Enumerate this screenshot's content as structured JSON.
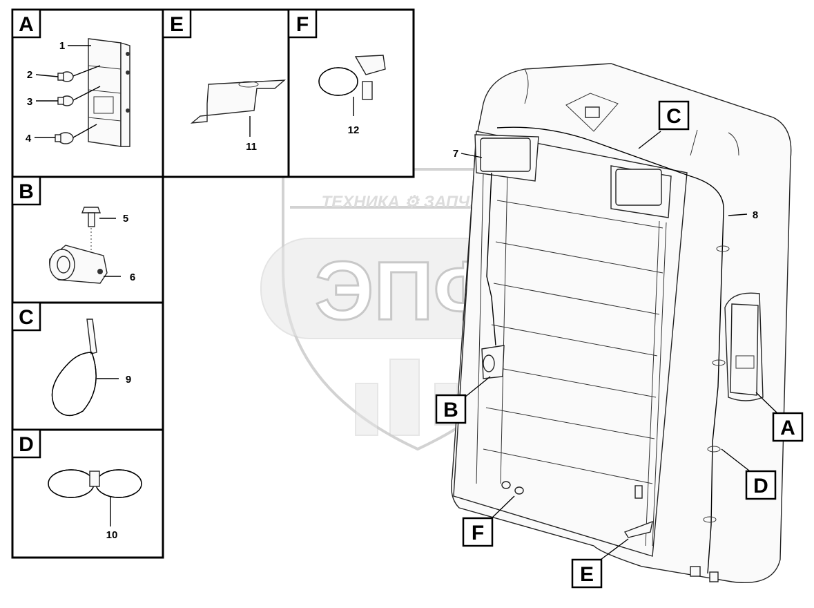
{
  "watermark": {
    "caption": "ТЕХНИКА ⚙ ЗАПЧАСТИ",
    "logo": "ЭПФ"
  },
  "panels": {
    "A": {
      "letter": "A",
      "parts": [
        "1",
        "2",
        "3",
        "4"
      ]
    },
    "B": {
      "letter": "B",
      "parts": [
        "5",
        "6"
      ]
    },
    "C": {
      "letter": "C",
      "parts": [
        "9"
      ]
    },
    "D": {
      "letter": "D",
      "parts": [
        "10"
      ]
    },
    "E": {
      "letter": "E",
      "parts": [
        "11"
      ]
    },
    "F": {
      "letter": "F",
      "parts": [
        "12"
      ]
    }
  },
  "main_parts": [
    "7",
    "8"
  ],
  "callouts": [
    "A",
    "B",
    "C",
    "D",
    "E",
    "F"
  ]
}
